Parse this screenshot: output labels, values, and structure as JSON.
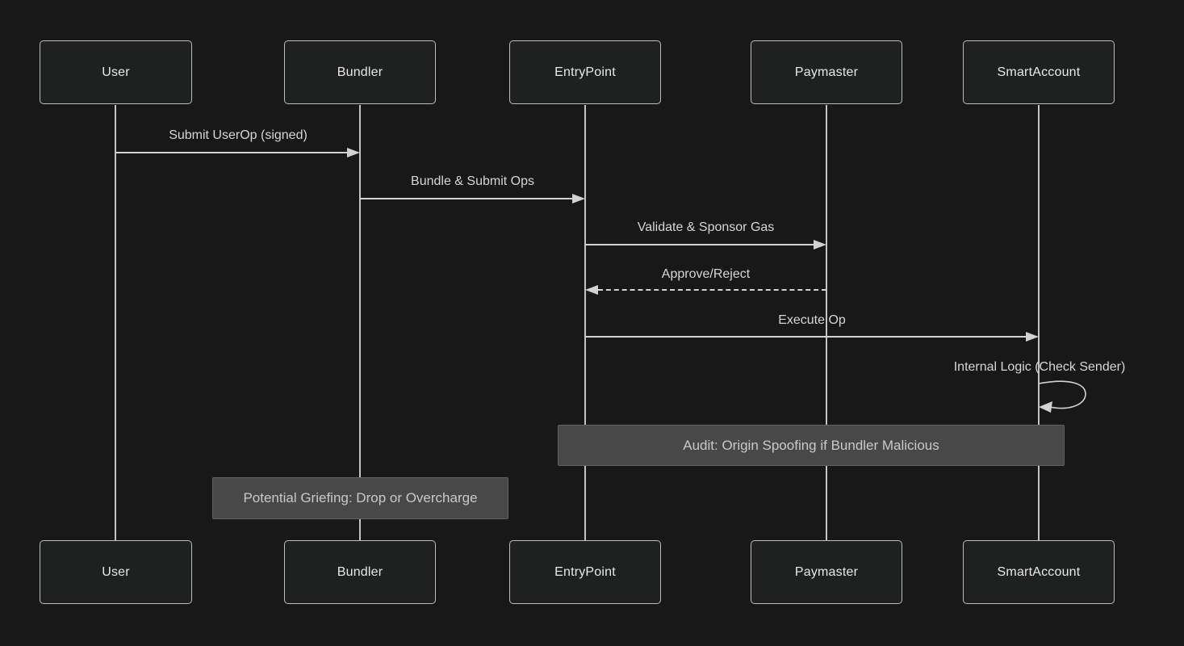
{
  "diagram": {
    "type": "sequence-diagram",
    "actors": [
      {
        "name": "User"
      },
      {
        "name": "Bundler"
      },
      {
        "name": "EntryPoint"
      },
      {
        "name": "Paymaster"
      },
      {
        "name": "SmartAccount"
      }
    ],
    "messages": [
      {
        "from": "User",
        "to": "Bundler",
        "label": "Submit UserOp (signed)",
        "line": "solid",
        "direction": "right"
      },
      {
        "from": "Bundler",
        "to": "EntryPoint",
        "label": "Bundle & Submit Ops",
        "line": "solid",
        "direction": "right"
      },
      {
        "from": "EntryPoint",
        "to": "Paymaster",
        "label": "Validate & Sponsor Gas",
        "line": "solid",
        "direction": "right"
      },
      {
        "from": "Paymaster",
        "to": "EntryPoint",
        "label": "Approve/Reject",
        "line": "dashed",
        "direction": "left"
      },
      {
        "from": "EntryPoint",
        "to": "SmartAccount",
        "label": "Execute Op",
        "line": "solid",
        "direction": "right"
      },
      {
        "from": "SmartAccount",
        "to": "SmartAccount",
        "label": "Internal Logic (Check Sender)",
        "line": "solid",
        "direction": "self"
      }
    ],
    "notes": [
      {
        "over": "EntryPoint, SmartAccount",
        "label": "Audit: Origin Spoofing if Bundler Malicious"
      },
      {
        "over": "Bundler",
        "label": "Potential Griefing: Drop or Overcharge"
      }
    ],
    "colors": {
      "background": "#181818",
      "actor_fill": "#1f2121",
      "actor_border": "#bdbdbd",
      "actor_text": "#e9e9e9",
      "line": "#d2d2d2",
      "message_text": "#d6d6d6",
      "note_fill": "#484848",
      "note_border": "#616161",
      "note_text": "#c9c9c9"
    }
  }
}
